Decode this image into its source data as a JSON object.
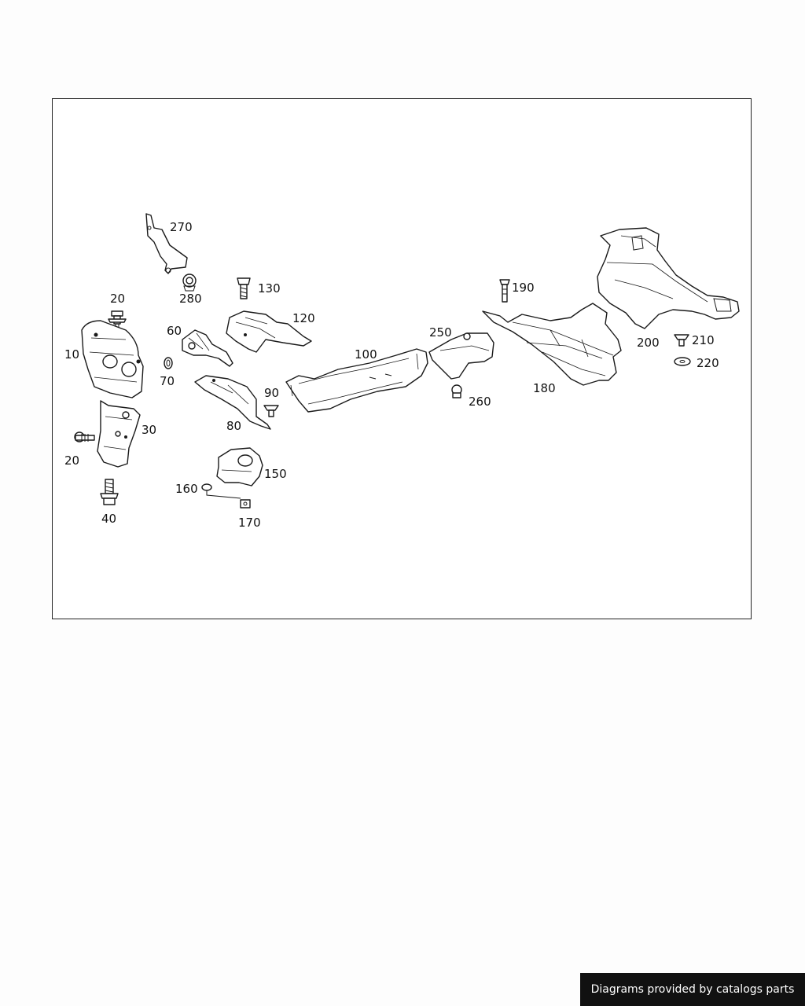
{
  "diagram": {
    "callouts": {
      "c10": "10",
      "c20a": "20",
      "c20b": "20",
      "c30": "30",
      "c40": "40",
      "c60": "60",
      "c70": "70",
      "c80": "80",
      "c90": "90",
      "c100": "100",
      "c120": "120",
      "c130": "130",
      "c150": "150",
      "c160": "160",
      "c170": "170",
      "c180": "180",
      "c190": "190",
      "c200": "200",
      "c210": "210",
      "c220": "220",
      "c250": "250",
      "c260": "260",
      "c270": "270",
      "c280": "280"
    }
  },
  "footer": {
    "credit": "Diagrams provided by catalogs parts"
  }
}
